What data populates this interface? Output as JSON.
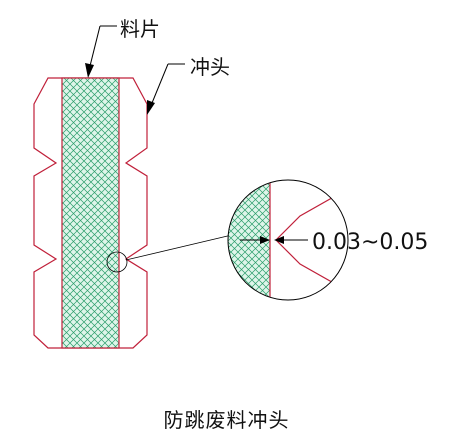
{
  "labels": {
    "material_strip": "料片",
    "punch": "冲头",
    "clearance": "0.03~0.05",
    "caption": "防跳废料冲头"
  },
  "colors": {
    "outline": "#c0203a",
    "hatch": "#2a9d6a",
    "hatch_bg": "#dff5ea",
    "leader": "#000000",
    "text": "#111111"
  }
}
